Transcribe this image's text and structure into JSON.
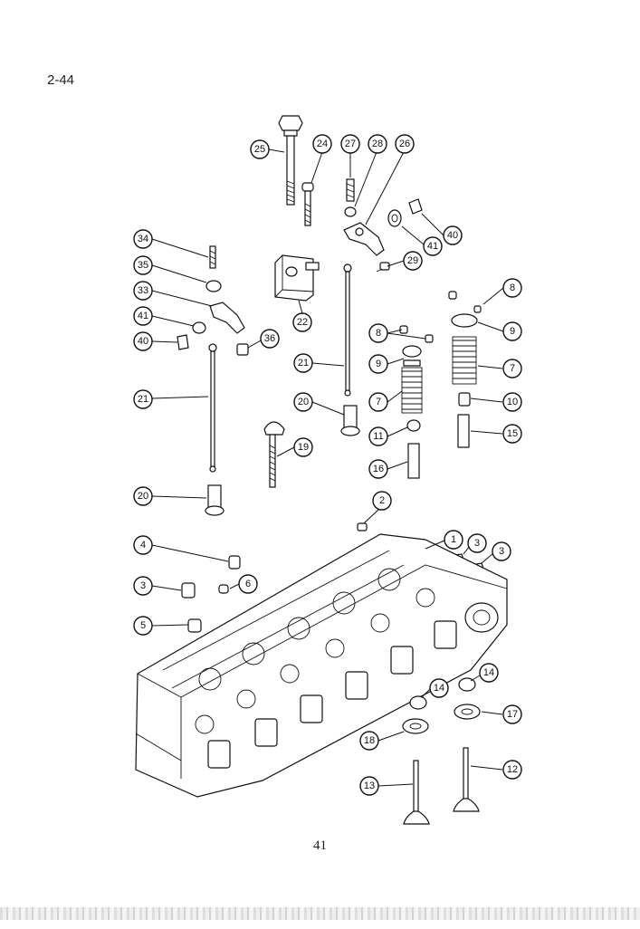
{
  "page": {
    "number": "2-44",
    "figure_number": "41"
  },
  "callouts": [
    {
      "label": "25"
    },
    {
      "label": "24"
    },
    {
      "label": "27"
    },
    {
      "label": "28"
    },
    {
      "label": "26"
    },
    {
      "label": "40"
    },
    {
      "label": "41"
    },
    {
      "label": "29"
    },
    {
      "label": "34"
    },
    {
      "label": "35"
    },
    {
      "label": "33"
    },
    {
      "label": "41"
    },
    {
      "label": "40"
    },
    {
      "label": "36"
    },
    {
      "label": "22"
    },
    {
      "label": "21"
    },
    {
      "label": "21"
    },
    {
      "label": "8"
    },
    {
      "label": "8"
    },
    {
      "label": "9"
    },
    {
      "label": "9"
    },
    {
      "label": "7"
    },
    {
      "label": "7"
    },
    {
      "label": "10"
    },
    {
      "label": "20"
    },
    {
      "label": "11"
    },
    {
      "label": "15"
    },
    {
      "label": "19"
    },
    {
      "label": "16"
    },
    {
      "label": "20"
    },
    {
      "label": "2"
    },
    {
      "label": "1"
    },
    {
      "label": "3"
    },
    {
      "label": "3"
    },
    {
      "label": "4"
    },
    {
      "label": "6"
    },
    {
      "label": "3"
    },
    {
      "label": "5"
    },
    {
      "label": "14"
    },
    {
      "label": "14"
    },
    {
      "label": "17"
    },
    {
      "label": "18"
    },
    {
      "label": "12"
    },
    {
      "label": "13"
    }
  ]
}
